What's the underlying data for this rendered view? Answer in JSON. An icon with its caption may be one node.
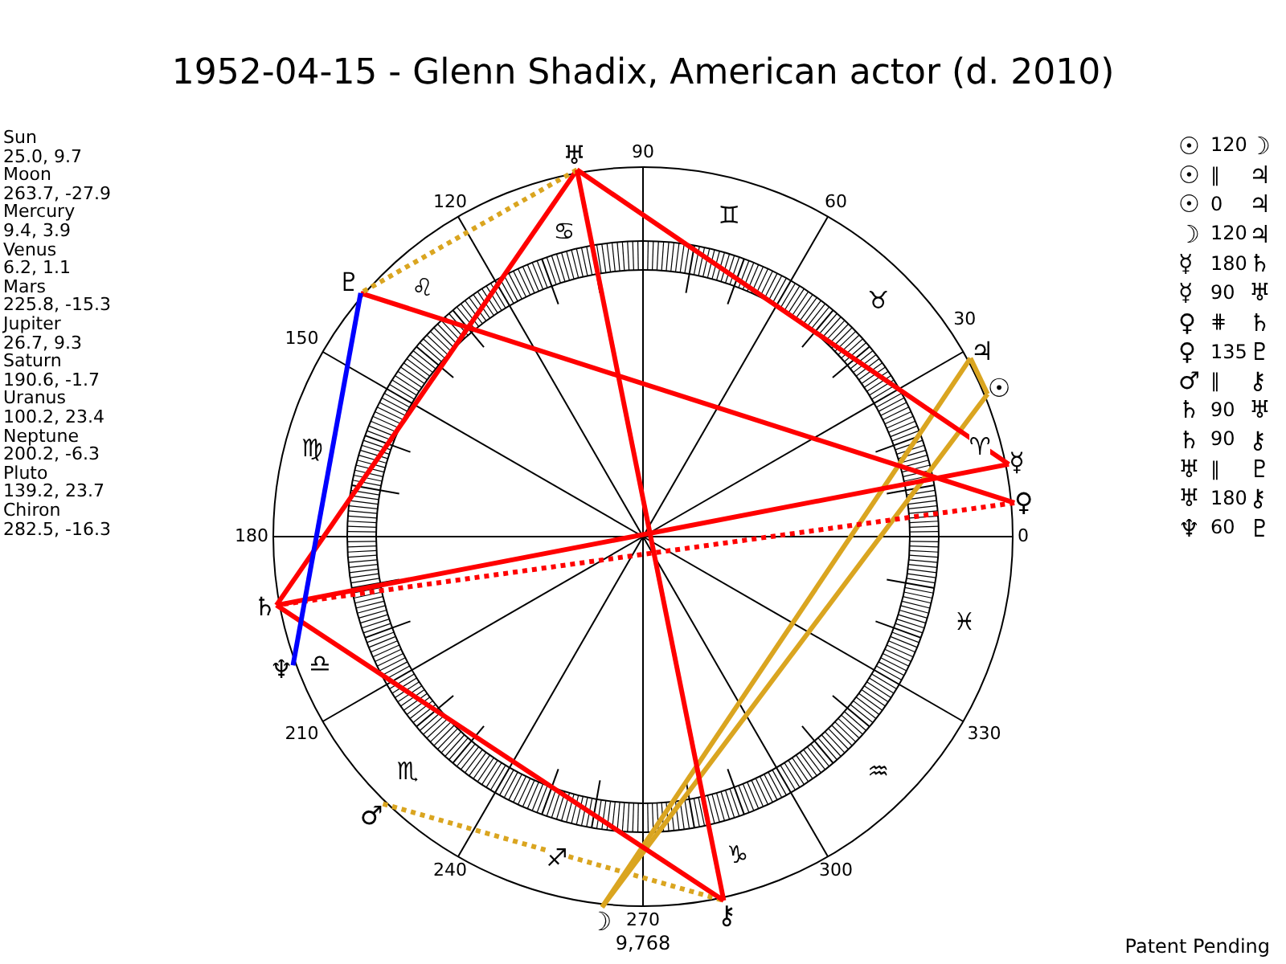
{
  "diagram": {
    "title": "1952-04-15 - Glenn Shadix, American actor (d. 2010)",
    "nodes": [
      {
        "text": [
          "☉"
        ]
      },
      {
        "text": [
          "☽"
        ]
      },
      {
        "text": [
          "☿"
        ]
      },
      {
        "text": [
          "♀"
        ]
      },
      {
        "text": [
          "♂"
        ]
      },
      {
        "text": [
          "♃"
        ]
      },
      {
        "text": [
          "♄"
        ]
      },
      {
        "text": [
          "♅"
        ]
      },
      {
        "text": [
          "♆"
        ]
      },
      {
        "text": [
          "♇"
        ]
      },
      {
        "text": [
          "⚷"
        ]
      }
    ],
    "edges": [
      {
        "from": 0,
        "to": 1,
        "arrow": "none",
        "color": "#daa520"
      },
      {
        "from": 0,
        "to": 5,
        "arrow": "none",
        "color": "#daa520"
      },
      {
        "from": 1,
        "to": 5,
        "arrow": "none",
        "color": "#daa520"
      },
      {
        "from": 2,
        "to": 6,
        "arrow": "none"
      },
      {
        "from": 2,
        "to": 7,
        "arrow": "none"
      },
      {
        "from": 3,
        "to": 6,
        "arrow": "none",
        "style": "dashed"
      },
      {
        "from": 3,
        "to": 9,
        "arrow": "none"
      },
      {
        "from": 4,
        "to": 10,
        "arrow": "none",
        "style": "dashed",
        "color": "#daa520"
      },
      {
        "from": 6,
        "to": 7,
        "arrow": "none"
      },
      {
        "from": 6,
        "to": 10,
        "arrow": "none"
      },
      {
        "from": 7,
        "to": 9,
        "arrow": "none",
        "style": "dashed",
        "color": "#daa520"
      },
      {
        "from": 7,
        "to": 10,
        "arrow": "none"
      },
      {
        "from": 8,
        "to": 9,
        "arrow": "none",
        "color": "#0000ff"
      }
    ],
    "labels": [
      "Sun",
      "25.0, 9.7",
      "Moon",
      "263.7, -27.9",
      "Mercury",
      "9.4, 3.9",
      "Venus",
      "6.2, 1.1",
      "Mars",
      "225.8, -15.3",
      "Jupiter",
      "26.7, 9.3",
      "Saturn",
      "190.6, -1.7",
      "Uranus",
      "100.2, 23.4",
      "Neptune",
      "200.2, -6.3",
      "Pluto",
      "139.2, 23.7",
      "Chiron",
      "282.5, -16.3",
      "90",
      "120",
      "♋",
      "♊",
      "60",
      "♌",
      "♉",
      "30",
      "150",
      "♍",
      "♈",
      "180",
      "0",
      "♓",
      "♎",
      "210",
      "330",
      "♏",
      "♒",
      "240",
      "♐",
      "♑",
      "300",
      "270",
      "9,768",
      "☉",
      "120",
      "☽",
      "☉",
      "∥",
      "♃",
      "☉",
      "0",
      "♃",
      "☽",
      "120",
      "♃",
      "☿",
      "180",
      "♄",
      "☿",
      "90",
      "♅",
      "♀",
      "⋕",
      "♄",
      "♀",
      "135",
      "♇",
      "♂",
      "∥",
      "⚷",
      "♄",
      "90",
      "♅",
      "♄",
      "90",
      "⚷",
      "♅",
      "∥",
      "♇",
      "♅",
      "180",
      "⚷",
      "♆",
      "60",
      "♇",
      "Patent Pending"
    ]
  }
}
